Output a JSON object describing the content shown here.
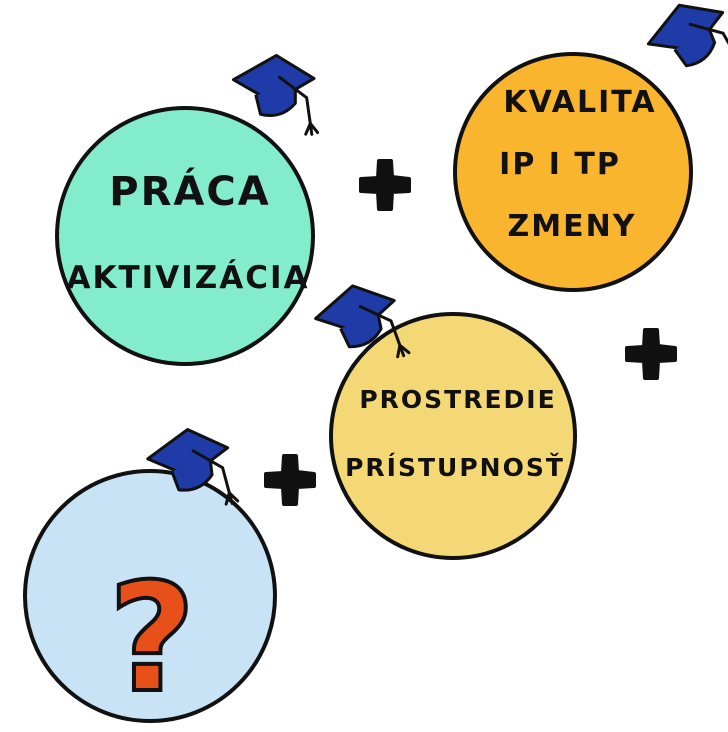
{
  "colors": {
    "praca": "#82eccb",
    "kvalita": "#fab52f",
    "prostredie": "#f5d876",
    "question": "#c8e2f6",
    "question_mark": "#e8501a",
    "cap": "#1f3ba8",
    "outline": "#111111",
    "plus": "#111111"
  },
  "bubbles": {
    "praca": {
      "line1": "PRÁCA",
      "line2": "AKTIVIZÁCIA",
      "icon": "graduation-cap-icon"
    },
    "kvalita": {
      "line1": "KVALITA",
      "line2": "IP I TP",
      "line3": "ZMENY",
      "icon": "graduation-cap-icon"
    },
    "prostredie": {
      "line1": "PROSTREDIE",
      "line2": "PRÍSTUPNOSŤ",
      "icon": "graduation-cap-icon"
    },
    "question": {
      "symbol": "?",
      "icon": "graduation-cap-icon"
    }
  },
  "connectors": {
    "plus_symbol": "plus-icon"
  }
}
